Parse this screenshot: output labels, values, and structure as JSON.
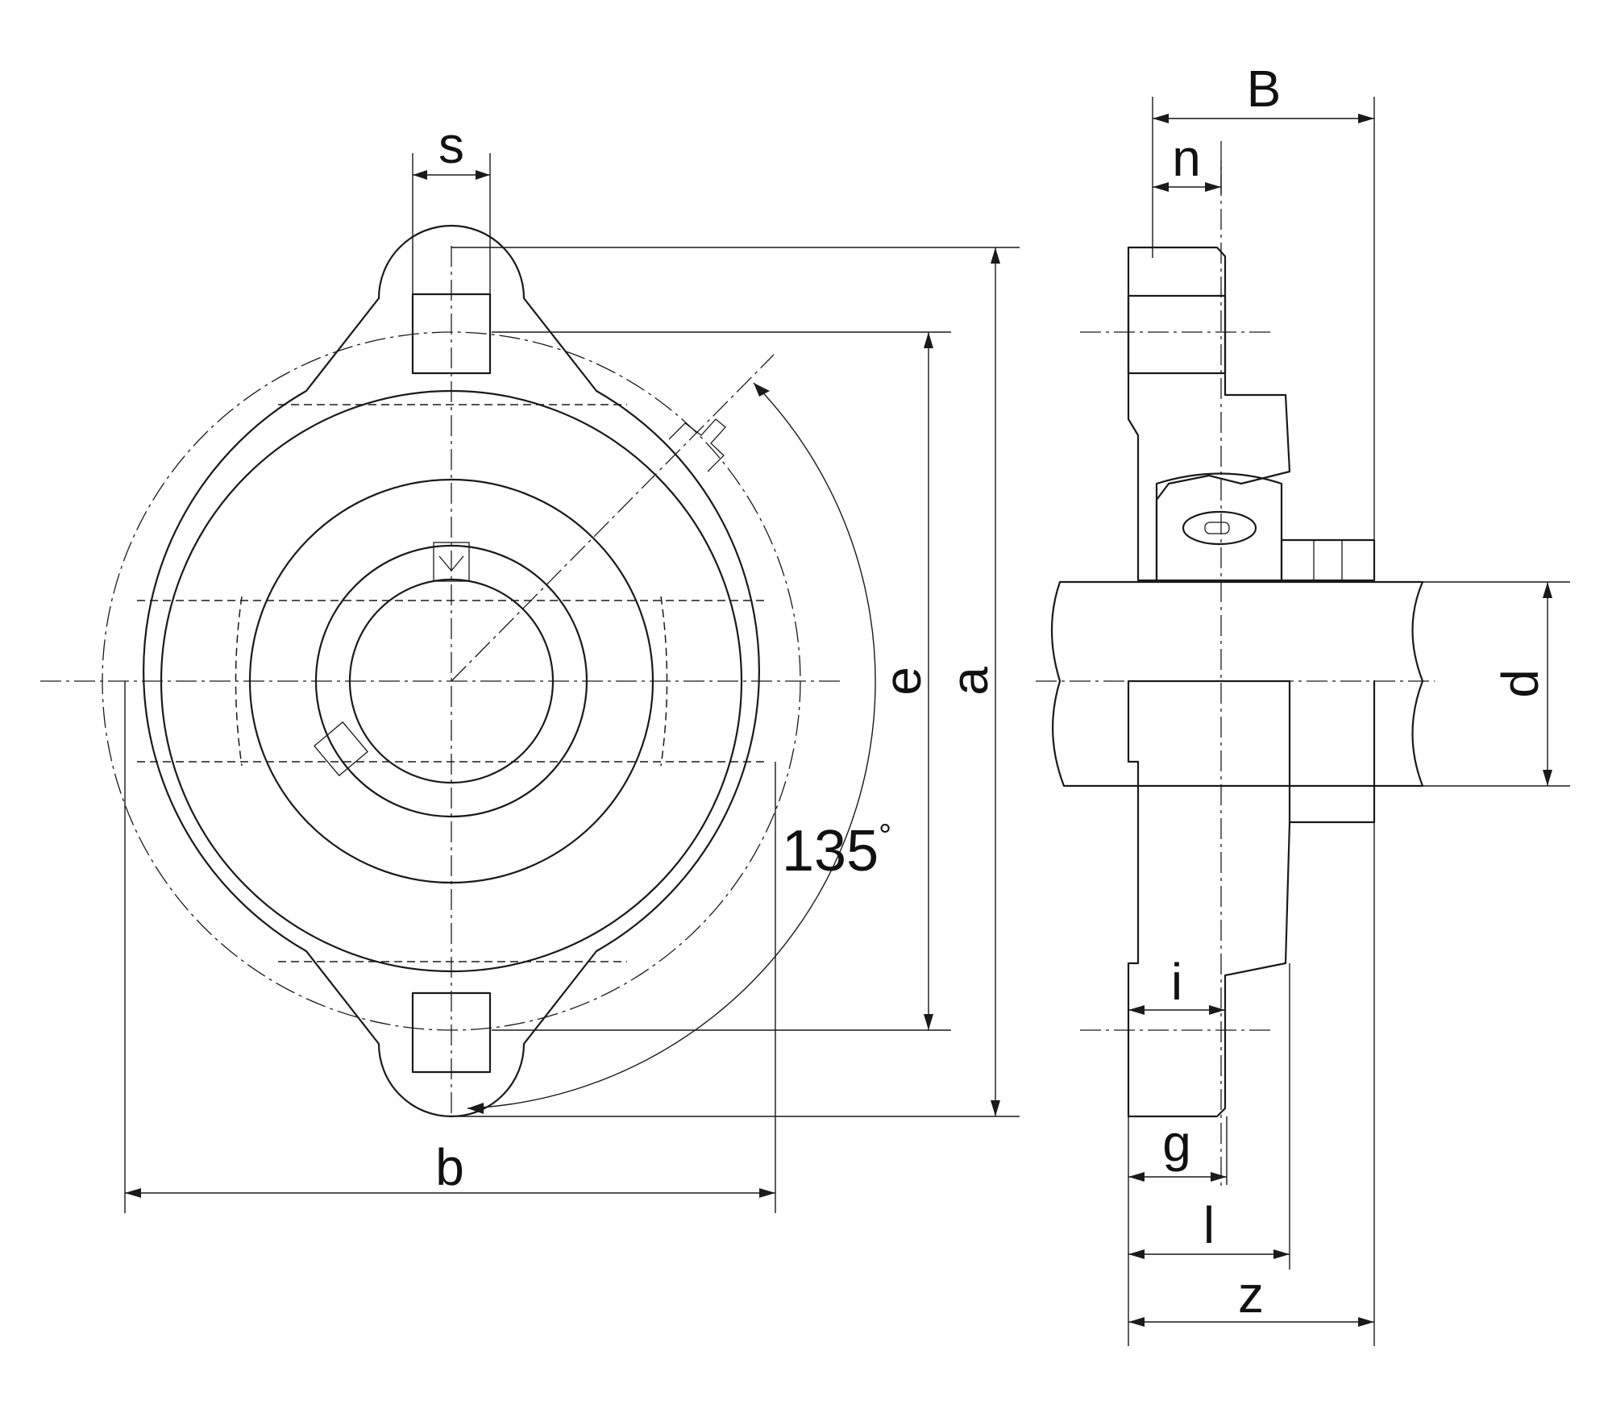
{
  "labels": {
    "s": "s",
    "b": "b",
    "e": "e",
    "a": "a",
    "angle": "135",
    "angle_unit": "°",
    "B": "B",
    "n": "n",
    "d": "d",
    "i": "i",
    "g": "g",
    "l": "l",
    "z": "z"
  },
  "colors": {
    "line": "#1a1a1a",
    "background": "#ffffff"
  }
}
